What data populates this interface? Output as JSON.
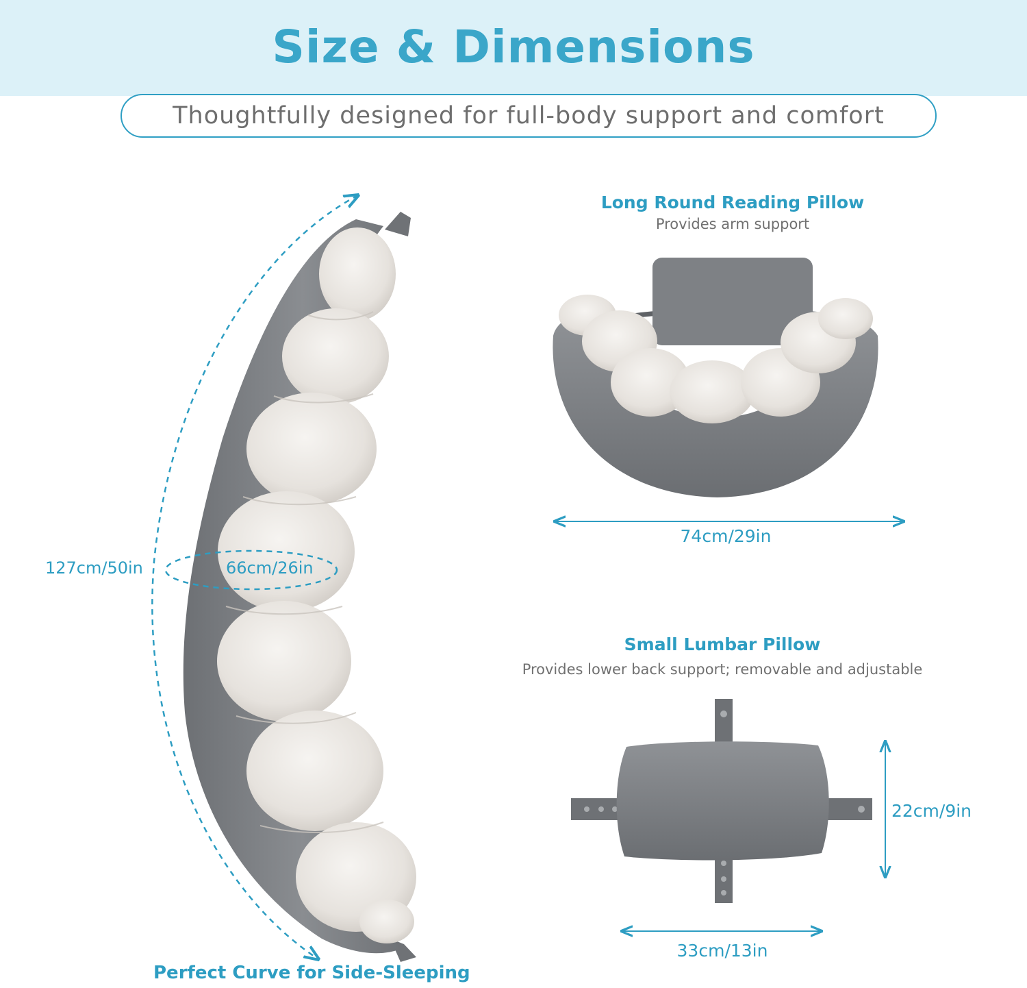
{
  "header": {
    "title": "Size & Dimensions",
    "subtitle": "Thoughtfully designed for full-body support and comfort"
  },
  "long_pillow": {
    "length_label": "127cm/50in",
    "circumference_label": "66cm/26in",
    "caption": "Perfect Curve for Side-Sleeping"
  },
  "reading_pillow": {
    "heading": "Long Round Reading Pillow",
    "description": "Provides arm support",
    "width_label": "74cm/29in"
  },
  "lumbar_pillow": {
    "heading": "Small Lumbar Pillow",
    "description": "Provides lower back support; removable and adjustable",
    "height_label": "22cm/9in",
    "width_label": "33cm/13in"
  },
  "colors": {
    "accent": "#2d9dc2",
    "header_band": "#dcf1f8",
    "fabric_gray": "#7c7f83",
    "fabric_cream": "#ece9e5"
  }
}
